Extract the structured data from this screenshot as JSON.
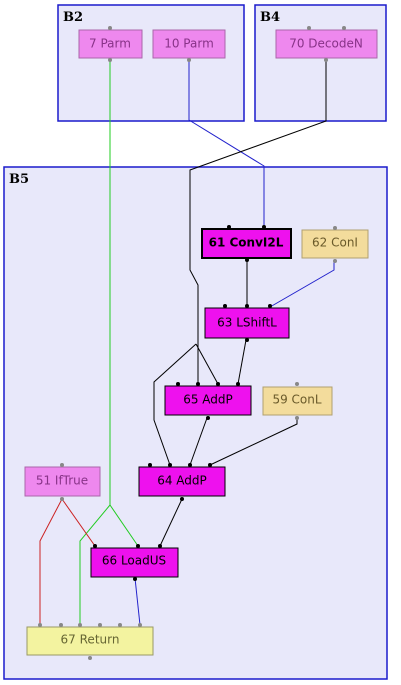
{
  "blocks": [
    {
      "id": "b2",
      "label": "B2"
    },
    {
      "id": "b4",
      "label": "B4"
    },
    {
      "id": "b5",
      "label": "B5"
    }
  ],
  "nodes": {
    "n7": {
      "label": "7 Parm",
      "style": "parm"
    },
    "n10": {
      "label": "10 Parm",
      "style": "parm"
    },
    "n70": {
      "label": "70 DecodeN",
      "style": "parm"
    },
    "n61": {
      "label": "61 ConvI2L",
      "style": "selected"
    },
    "n62": {
      "label": "62 ConI",
      "style": "const"
    },
    "n63": {
      "label": "63 LShiftL",
      "style": "active"
    },
    "n65": {
      "label": "65 AddP",
      "style": "active"
    },
    "n59": {
      "label": "59 ConL",
      "style": "const"
    },
    "n51": {
      "label": "51 IfTrue",
      "style": "parm"
    },
    "n64": {
      "label": "64 AddP",
      "style": "active"
    },
    "n66": {
      "label": "66 LoadUS",
      "style": "active"
    },
    "n67": {
      "label": "67 Return",
      "style": "ret"
    }
  },
  "edge_colors": {
    "black": "#000000",
    "blue": "#2222cc",
    "green": "#22cc22",
    "red": "#cc2222"
  },
  "node_colors": {
    "parm": {
      "fill": "#ee88ee",
      "stroke": "#aa66aa",
      "text": "#883388"
    },
    "active": {
      "fill": "#ee11ee",
      "stroke": "#000000",
      "text": "#000000"
    },
    "selected": {
      "fill": "#ee11ee",
      "stroke": "#000000",
      "text": "#000000"
    },
    "const": {
      "fill": "#f3dc9c",
      "stroke": "#b0a070",
      "text": "#6a5a2a"
    },
    "ret": {
      "fill": "#f3f3a0",
      "stroke": "#999966",
      "text": "#666633"
    }
  }
}
